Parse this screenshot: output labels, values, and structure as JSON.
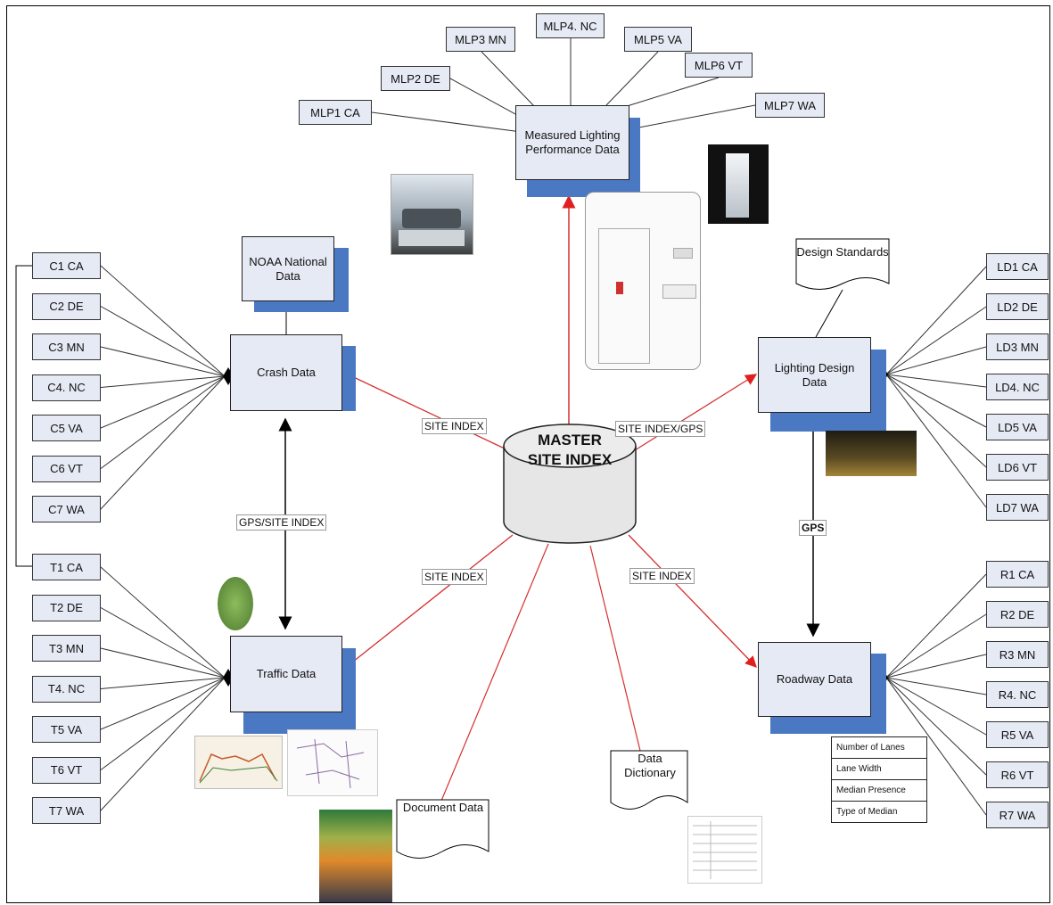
{
  "master": {
    "line1": "MASTER",
    "line2": "SITE INDEX"
  },
  "nodes": {
    "measured_lighting": "Measured Lighting Performance Data",
    "crash": "Crash Data",
    "traffic": "Traffic Data",
    "lighting_design": "Lighting Design Data",
    "roadway": "Roadway Data",
    "noaa": "NOAA National Data",
    "design_standards": "Design Standards",
    "data_dictionary": "Data Dictionary",
    "document_data": "Document Data"
  },
  "edge_labels": {
    "crash": "SITE INDEX",
    "lighting": "SITE INDEX/GPS",
    "traffic": "SITE INDEX",
    "roadway": "SITE INDEX",
    "gps_site": "GPS/SITE INDEX",
    "gps": "GPS"
  },
  "mlp": [
    "MLP1  CA",
    "MLP2 DE",
    "MLP3 MN",
    "MLP4. NC",
    "MLP5 VA",
    "MLP6 VT",
    "MLP7 WA"
  ],
  "crash_states": [
    "C1  CA",
    "C2 DE",
    "C3 MN",
    "C4. NC",
    "C5 VA",
    "C6 VT",
    "C7 WA"
  ],
  "traffic_states": [
    "T1  CA",
    "T2 DE",
    "T3 MN",
    "T4. NC",
    "T5 VA",
    "T6 VT",
    "T7 WA"
  ],
  "lighting_states": [
    "LD1  CA",
    "LD2 DE",
    "LD3 MN",
    "LD4. NC",
    "LD5 VA",
    "LD6 VT",
    "LD7 WA"
  ],
  "roadway_states": [
    "R1  CA",
    "R2 DE",
    "R3 MN",
    "R4. NC",
    "R5 VA",
    "R6 VT",
    "R7 WA"
  ],
  "roadway_fields": [
    "Number of Lanes",
    "Lane Width",
    "Median Presence",
    "Type of Median"
  ],
  "colors": {
    "box_fill": "#e6eaf5",
    "shadow": "#4a78c2",
    "red_edge": "#d43030"
  }
}
